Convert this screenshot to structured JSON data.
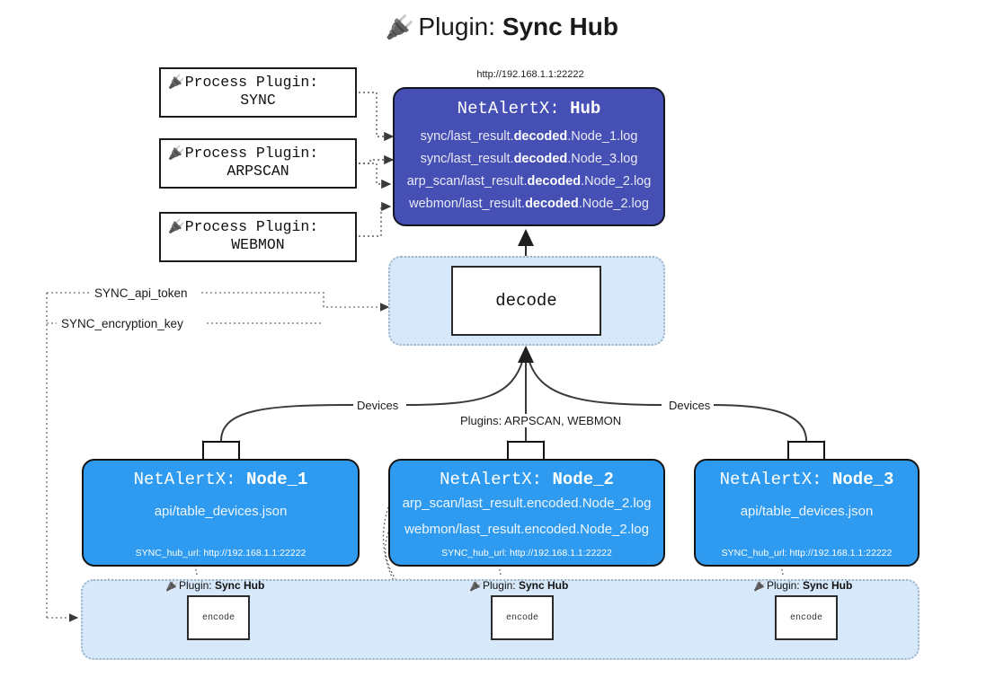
{
  "title": {
    "icon": "plug-icon",
    "prefix": "Plugin:",
    "name": "Sync Hub"
  },
  "hub": {
    "url": "http://192.168.1.1:22222",
    "title_prefix": "NetAlertX:",
    "title_name": "Hub",
    "logs": [
      {
        "pre": "sync/last_result.",
        "bold": "decoded",
        "post": ".Node_1.log"
      },
      {
        "pre": "sync/last_result.",
        "bold": "decoded",
        "post": ".Node_3.log"
      },
      {
        "pre": "arp_scan/last_result.",
        "bold": "decoded",
        "post": ".Node_2.log"
      },
      {
        "pre": "webmon/last_result.",
        "bold": "decoded",
        "post": ".Node_2.log"
      }
    ]
  },
  "process_plugins": [
    {
      "header": "Process Plugin:",
      "name": "SYNC"
    },
    {
      "header": "Process Plugin:",
      "name": "ARPSCAN"
    },
    {
      "header": "Process Plugin:",
      "name": "WEBMON"
    }
  ],
  "decode": {
    "label": "decode"
  },
  "secrets": {
    "api_token": "SYNC_api_token",
    "encryption_key": "SYNC_encryption_key"
  },
  "edge_labels": {
    "devices_left": "Devices",
    "devices_right": "Devices",
    "plugins": "Plugins: ARPSCAN, WEBMON"
  },
  "nodes": [
    {
      "title_prefix": "NetAlertX:",
      "title_name": "Node_1",
      "lines": [
        "api/table_devices.json"
      ],
      "hub_url_label": "SYNC_hub_url: http://192.168.1.1:22222",
      "encode_label": "encode",
      "plugin_label_prefix": "Plugin:",
      "plugin_label_name": "Sync Hub"
    },
    {
      "title_prefix": "NetAlertX:",
      "title_name": "Node_2",
      "lines": [
        "arp_scan/last_result.encoded.Node_2.log",
        "webmon/last_result.encoded.Node_2.log"
      ],
      "hub_url_label": "SYNC_hub_url: http://192.168.1.1:22222",
      "encode_label": "encode",
      "plugin_label_prefix": "Plugin:",
      "plugin_label_name": "Sync Hub"
    },
    {
      "title_prefix": "NetAlertX:",
      "title_name": "Node_3",
      "lines": [
        "api/table_devices.json"
      ],
      "hub_url_label": "SYNC_hub_url: http://192.168.1.1:22222",
      "encode_label": "encode",
      "plugin_label_prefix": "Plugin:",
      "plugin_label_name": "Sync Hub"
    }
  ],
  "colors": {
    "hub_fill": "#454fb4",
    "node_fill": "#2e9bf0",
    "band_fill": "#d6e8fa",
    "stroke": "#1c1c1c"
  }
}
